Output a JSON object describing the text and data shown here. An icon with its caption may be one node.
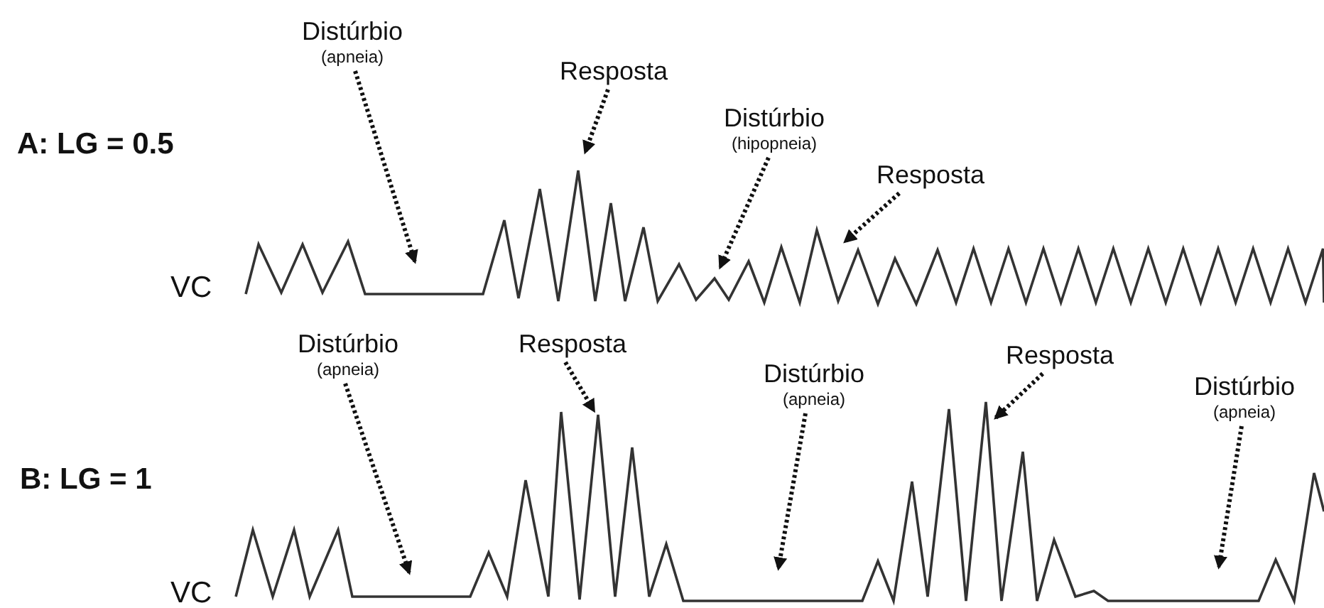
{
  "diagram": {
    "nodes": [
      {
        "text": [
          "Distúrbio",
          "(apneia)"
        ]
      },
      {
        "text": [
          "Resposta"
        ]
      },
      {
        "text": [
          "Distúrbio",
          "(hipopneia)"
        ]
      },
      {
        "text": [
          "Resposta"
        ]
      },
      {
        "text": [
          "Distúrbio",
          "(apneia)"
        ]
      },
      {
        "text": [
          "Resposta"
        ]
      },
      {
        "text": [
          "Distúrbio",
          "(apneia)"
        ]
      },
      {
        "text": [
          "Resposta"
        ]
      },
      {
        "text": [
          "Distúrbio",
          "(apneia)"
        ]
      }
    ],
    "edges": [
      {
        "from": 0,
        "to": null,
        "arrow": "to",
        "style": "dashed"
      },
      {
        "from": 1,
        "to": null,
        "arrow": "to",
        "style": "dashed"
      },
      {
        "from": 2,
        "to": null,
        "arrow": "to",
        "style": "dashed"
      },
      {
        "from": 3,
        "to": null,
        "arrow": "to",
        "style": "dashed"
      },
      {
        "from": 4,
        "to": null,
        "arrow": "to",
        "style": "dashed"
      },
      {
        "from": 5,
        "to": null,
        "arrow": "to",
        "style": "dashed"
      },
      {
        "from": 6,
        "to": null,
        "arrow": "to",
        "style": "dashed"
      },
      {
        "from": 7,
        "to": null,
        "arrow": "to",
        "style": "dashed"
      },
      {
        "from": 8,
        "to": null,
        "arrow": "to",
        "style": "dashed"
      }
    ],
    "labels": [
      "A: LG = 0.5",
      "VC",
      "B: LG = 1",
      "VC"
    ]
  }
}
